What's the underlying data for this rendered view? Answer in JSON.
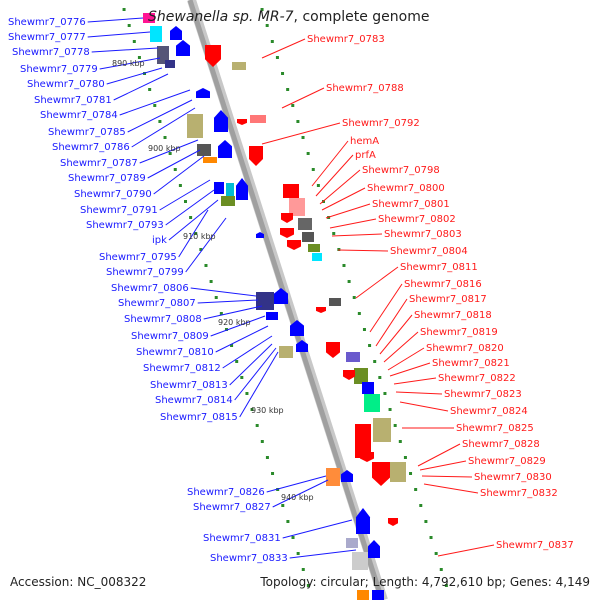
{
  "title": {
    "organism": "Shewanella sp. MR-7",
    "suffix": ", complete genome"
  },
  "footer": {
    "accession": "Accession: NC_008322",
    "summary": "Topology: circular; Length: 4,792,610 bp; Genes: 4,149"
  },
  "colors": {
    "left_label": "#1a1aff",
    "right_label": "#ff1a1a",
    "backbone": "#a0a0a0",
    "tick_dot": "#2a8a2a"
  },
  "scale_ticks": [
    "890 kbp",
    "900 kbp",
    "910 kbp",
    "920 kbp",
    "930 kbp",
    "940 kbp"
  ],
  "left_genes": [
    "Shewmr7_0776",
    "Shewmr7_0777",
    "Shewmr7_0778",
    "Shewmr7_0779",
    "Shewmr7_0780",
    "Shewmr7_0781",
    "Shewmr7_0784",
    "Shewmr7_0785",
    "Shewmr7_0786",
    "Shewmr7_0787",
    "Shewmr7_0789",
    "Shewmr7_0790",
    "Shewmr7_0791",
    "Shewmr7_0793",
    "ipk",
    "Shewmr7_0795",
    "Shewmr7_0799",
    "Shewmr7_0806",
    "Shewmr7_0807",
    "Shewmr7_0808",
    "Shewmr7_0809",
    "Shewmr7_0810",
    "Shewmr7_0812",
    "Shewmr7_0813",
    "Shewmr7_0814",
    "Shewmr7_0815",
    "Shewmr7_0826",
    "Shewmr7_0827",
    "Shewmr7_0831",
    "Shewmr7_0833"
  ],
  "right_genes": [
    "Shewmr7_0783",
    "Shewmr7_0788",
    "Shewmr7_0792",
    "hemA",
    "prfA",
    "Shewmr7_0798",
    "Shewmr7_0800",
    "Shewmr7_0801",
    "Shewmr7_0802",
    "Shewmr7_0803",
    "Shewmr7_0804",
    "Shewmr7_0811",
    "Shewmr7_0816",
    "Shewmr7_0817",
    "Shewmr7_0818",
    "Shewmr7_0819",
    "Shewmr7_0820",
    "Shewmr7_0821",
    "Shewmr7_0822",
    "Shewmr7_0823",
    "Shewmr7_0824",
    "Shewmr7_0825",
    "Shewmr7_0828",
    "Shewmr7_0829",
    "Shewmr7_0830",
    "Shewmr7_0832",
    "Shewmr7_0837"
  ]
}
